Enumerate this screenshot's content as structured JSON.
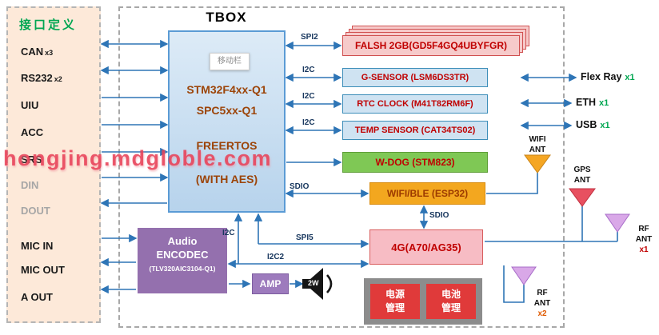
{
  "watermark": "hongjing.mdgloble.com",
  "left_panel": {
    "title": "接口定义",
    "items": [
      {
        "label": "CAN",
        "sub": "x3"
      },
      {
        "label": "RS232",
        "sub": "x2"
      },
      {
        "label": "UIU",
        "sub": ""
      },
      {
        "label": "ACC",
        "sub": ""
      },
      {
        "label": "SRS",
        "sub": ""
      },
      {
        "label": "DIN",
        "sub": ""
      },
      {
        "label": "DOUT",
        "sub": ""
      },
      {
        "label": "MIC IN",
        "sub": ""
      },
      {
        "label": "MIC OUT",
        "sub": ""
      },
      {
        "label": "A OUT",
        "sub": ""
      }
    ]
  },
  "tbox": {
    "title": "TBOX",
    "mcu": {
      "overlay": "移动栏",
      "lines": [
        "STM32F4xx-Q1",
        "SPC5xx-Q1",
        "FREERTOS",
        "(WITH AES)"
      ]
    },
    "blocks": {
      "flash": "FALSH 2GB(GD5F4GQ4UBYFGR)",
      "gsensor": "G-SENSOR (LSM6DS3TR)",
      "rtc": "RTC CLOCK (M41T82RM6F)",
      "temp": "TEMP SENSOR (CAT34TS02)",
      "wdog": "W-DOG (STM823)",
      "wifible": "WIFI/BLE (ESP32)",
      "modem4g": "4G(A70/AG35)",
      "power": "电源管理",
      "battery": "电池管理",
      "audio": {
        "line1": "Audio",
        "line2": "ENCODEC",
        "line3": "(TLV320AIC3104-Q1)"
      },
      "amp": "AMP",
      "speaker_power": "2W"
    },
    "buses": {
      "spi2": "SPI2",
      "i2c_gsensor": "I2C",
      "i2c_rtc": "I2C",
      "i2c_temp": "I2C",
      "sdio_wifi": "SDIO",
      "sdio_4g": "SDIO",
      "i2c_audio": "I2C",
      "spi5": "SPI5",
      "i2c2": "I2C2"
    },
    "right_io": [
      {
        "label": "Flex Ray",
        "count": "x1"
      },
      {
        "label": "ETH",
        "count": "x1"
      },
      {
        "label": "USB",
        "count": "x1"
      }
    ],
    "antennas": {
      "wifi": {
        "line1": "WIFI",
        "line2": "ANT"
      },
      "gps": {
        "line1": "GPS",
        "line2": "ANT"
      },
      "rf1": {
        "line1": "RF",
        "line2": "ANT",
        "count": "x1"
      },
      "rf2": {
        "line1": "RF",
        "line2": "ANT",
        "count": "x2"
      }
    }
  }
}
